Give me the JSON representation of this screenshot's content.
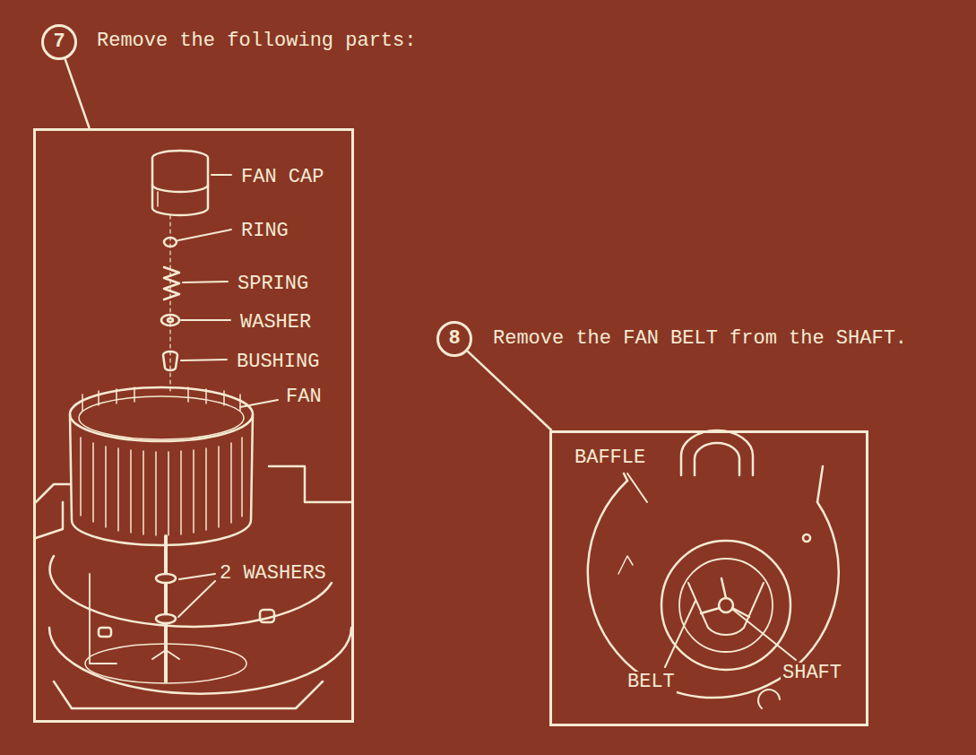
{
  "diagram": {
    "nodes": [
      {
        "text": [
          "7"
        ]
      },
      {
        "text": [
          "FAN CAP",
          "RING",
          "SPRING",
          "WASHER",
          "BUSHING",
          "FAN",
          "2 WASHERS"
        ]
      },
      {
        "text": [
          "8"
        ]
      },
      {
        "text": [
          "BAFFLE",
          "BELT",
          "SHAFT"
        ]
      }
    ],
    "edges": [
      {
        "from": 0,
        "to": 1,
        "arrow": "none"
      },
      {
        "from": 2,
        "to": 3,
        "arrow": "none"
      }
    ],
    "labels": [
      "Remove the following parts:",
      "Remove the FAN BELT from the SHAFT."
    ]
  }
}
